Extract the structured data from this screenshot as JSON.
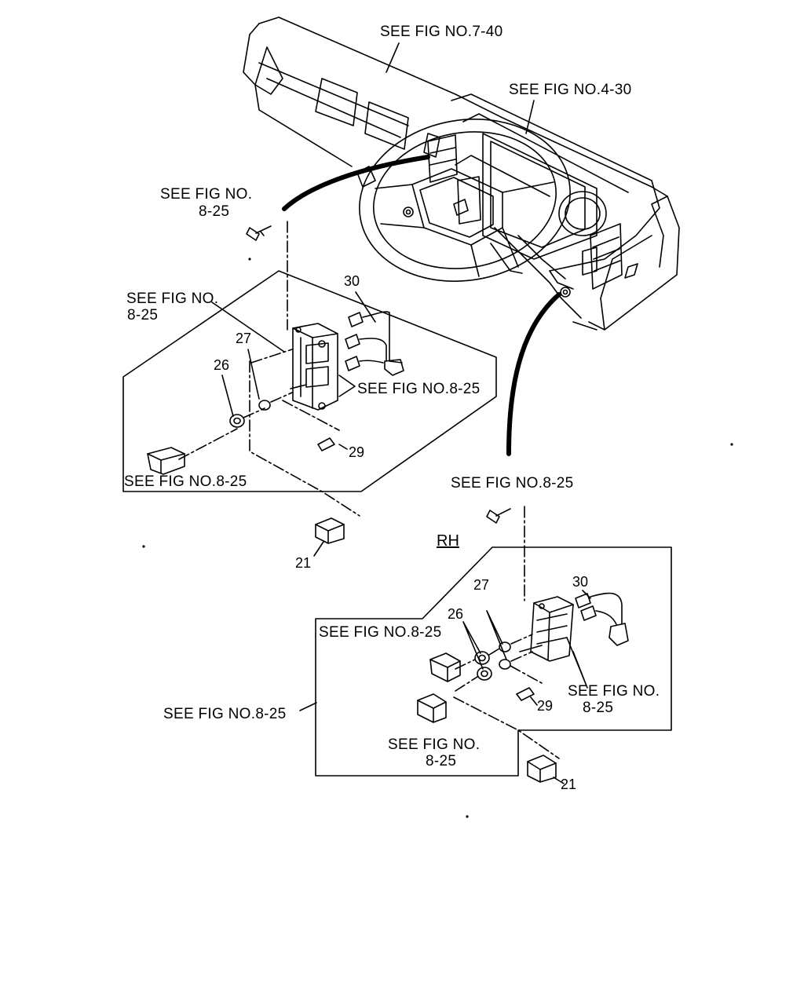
{
  "refs": {
    "dash_top": "SEE FIG NO.7-40",
    "dash_right": "SEE FIG NO.4-30",
    "screw_lh_1": "SEE FIG NO.",
    "screw_lh_2": "8-25",
    "panel_lh_1": "SEE FIG NO.",
    "panel_lh_2": "8-25",
    "switch_lh": "SEE FIG NO.8-25",
    "cover_lh": "SEE FIG NO.8-25",
    "screw_rh": "SEE FIG NO.8-25",
    "cover_rh_top": "SEE FIG NO.8-25",
    "switch_rh_1": "SEE FIG NO.",
    "switch_rh_2": "8-25",
    "panel_rh": "SEE FIG NO.8-25",
    "cover_rh_bot_1": "SEE FIG NO.",
    "cover_rh_bot_2": "8-25"
  },
  "side_label": "RH",
  "parts_lh": {
    "p30": "30",
    "p27": "27",
    "p26": "26",
    "p29": "29",
    "p21": "21"
  },
  "parts_rh": {
    "p30": "30",
    "p27": "27",
    "p26": "26",
    "p29": "29",
    "p21": "21"
  }
}
